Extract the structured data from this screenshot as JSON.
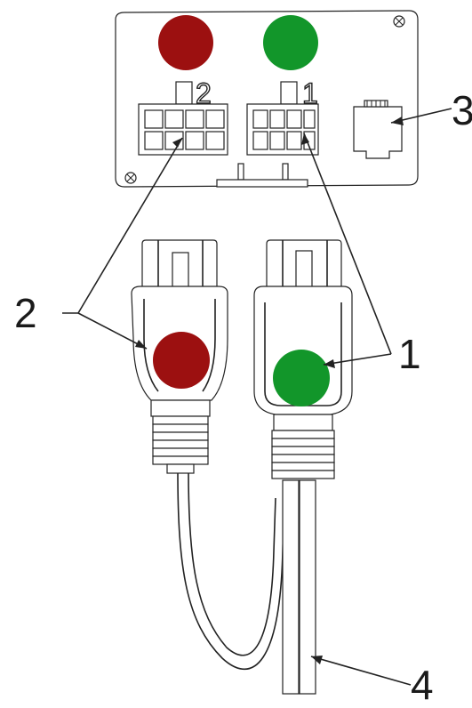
{
  "callouts": {
    "c1": "1",
    "c2": "2",
    "c3": "3",
    "c4": "4"
  },
  "port_labels": {
    "port1": "1",
    "port2": "2"
  },
  "colors": {
    "red": "#9c1010",
    "green": "#12962a",
    "outline": "#222222"
  }
}
